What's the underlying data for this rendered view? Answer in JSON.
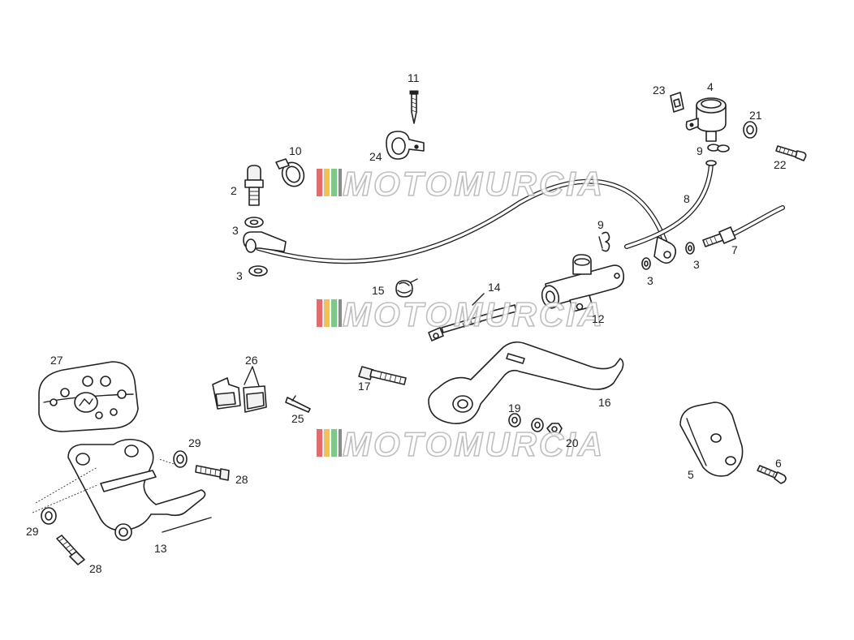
{
  "watermark": {
    "text": "MOTOMURCIA",
    "stripe_colors": [
      "#e46b6b",
      "#f2c24f",
      "#7dc98a",
      "#8a8a8a"
    ]
  },
  "labels": {
    "p2": "2",
    "p3a": "3",
    "p3b": "3",
    "p3c": "3",
    "p3d": "3",
    "p4": "4",
    "p5": "5",
    "p6": "6",
    "p7": "7",
    "p8": "8",
    "p9a": "9",
    "p9b": "9",
    "p10": "10",
    "p11": "11",
    "p12": "12",
    "p13": "13",
    "p14": "14",
    "p15": "15",
    "p16": "16",
    "p17": "17",
    "p19": "19",
    "p20": "20",
    "p21": "21",
    "p22": "22",
    "p23": "23",
    "p24": "24",
    "p25": "25",
    "p26": "26",
    "p27": "27",
    "p28a": "28",
    "p28b": "28",
    "p29a": "29",
    "p29b": "29"
  }
}
